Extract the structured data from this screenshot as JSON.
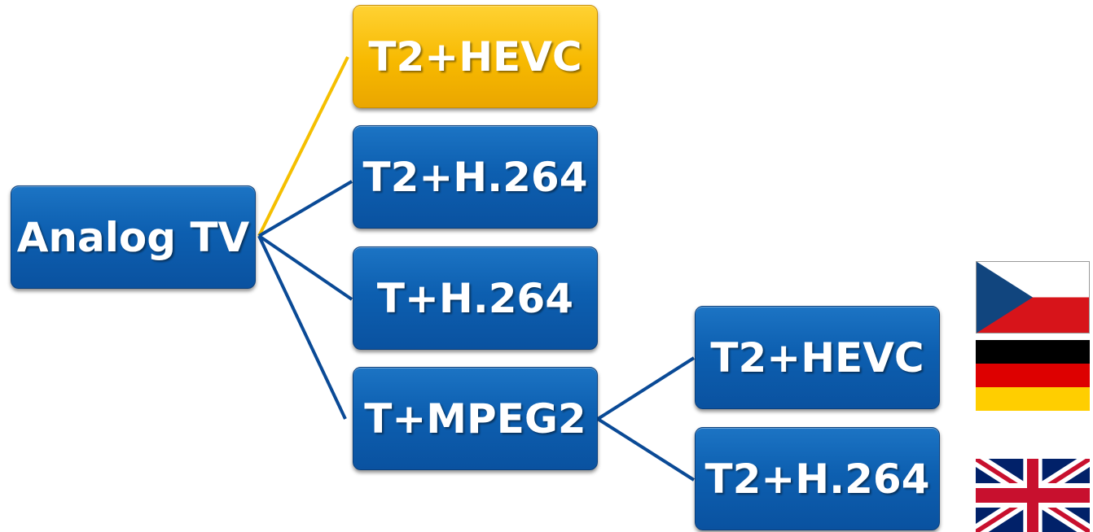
{
  "nodes": {
    "analog": {
      "label": "Analog TV"
    },
    "t2_hevc_top": {
      "label": "T2+HEVC"
    },
    "t2_h264_top": {
      "label": "T2+H.264"
    },
    "t_h264": {
      "label": "T+H.264"
    },
    "t_mpeg2": {
      "label": "T+MPEG2"
    },
    "t2_hevc_bottom": {
      "label": "T2+HEVC"
    },
    "t2_h264_bottom": {
      "label": "T2+H.264"
    }
  },
  "colors": {
    "blue": "#0d5fb0",
    "gold": "#f7b900",
    "line_blue": "#0a4a96",
    "line_gold": "#f5bf00"
  },
  "flags": [
    "czech-flag",
    "german-flag",
    "uk-flag"
  ]
}
